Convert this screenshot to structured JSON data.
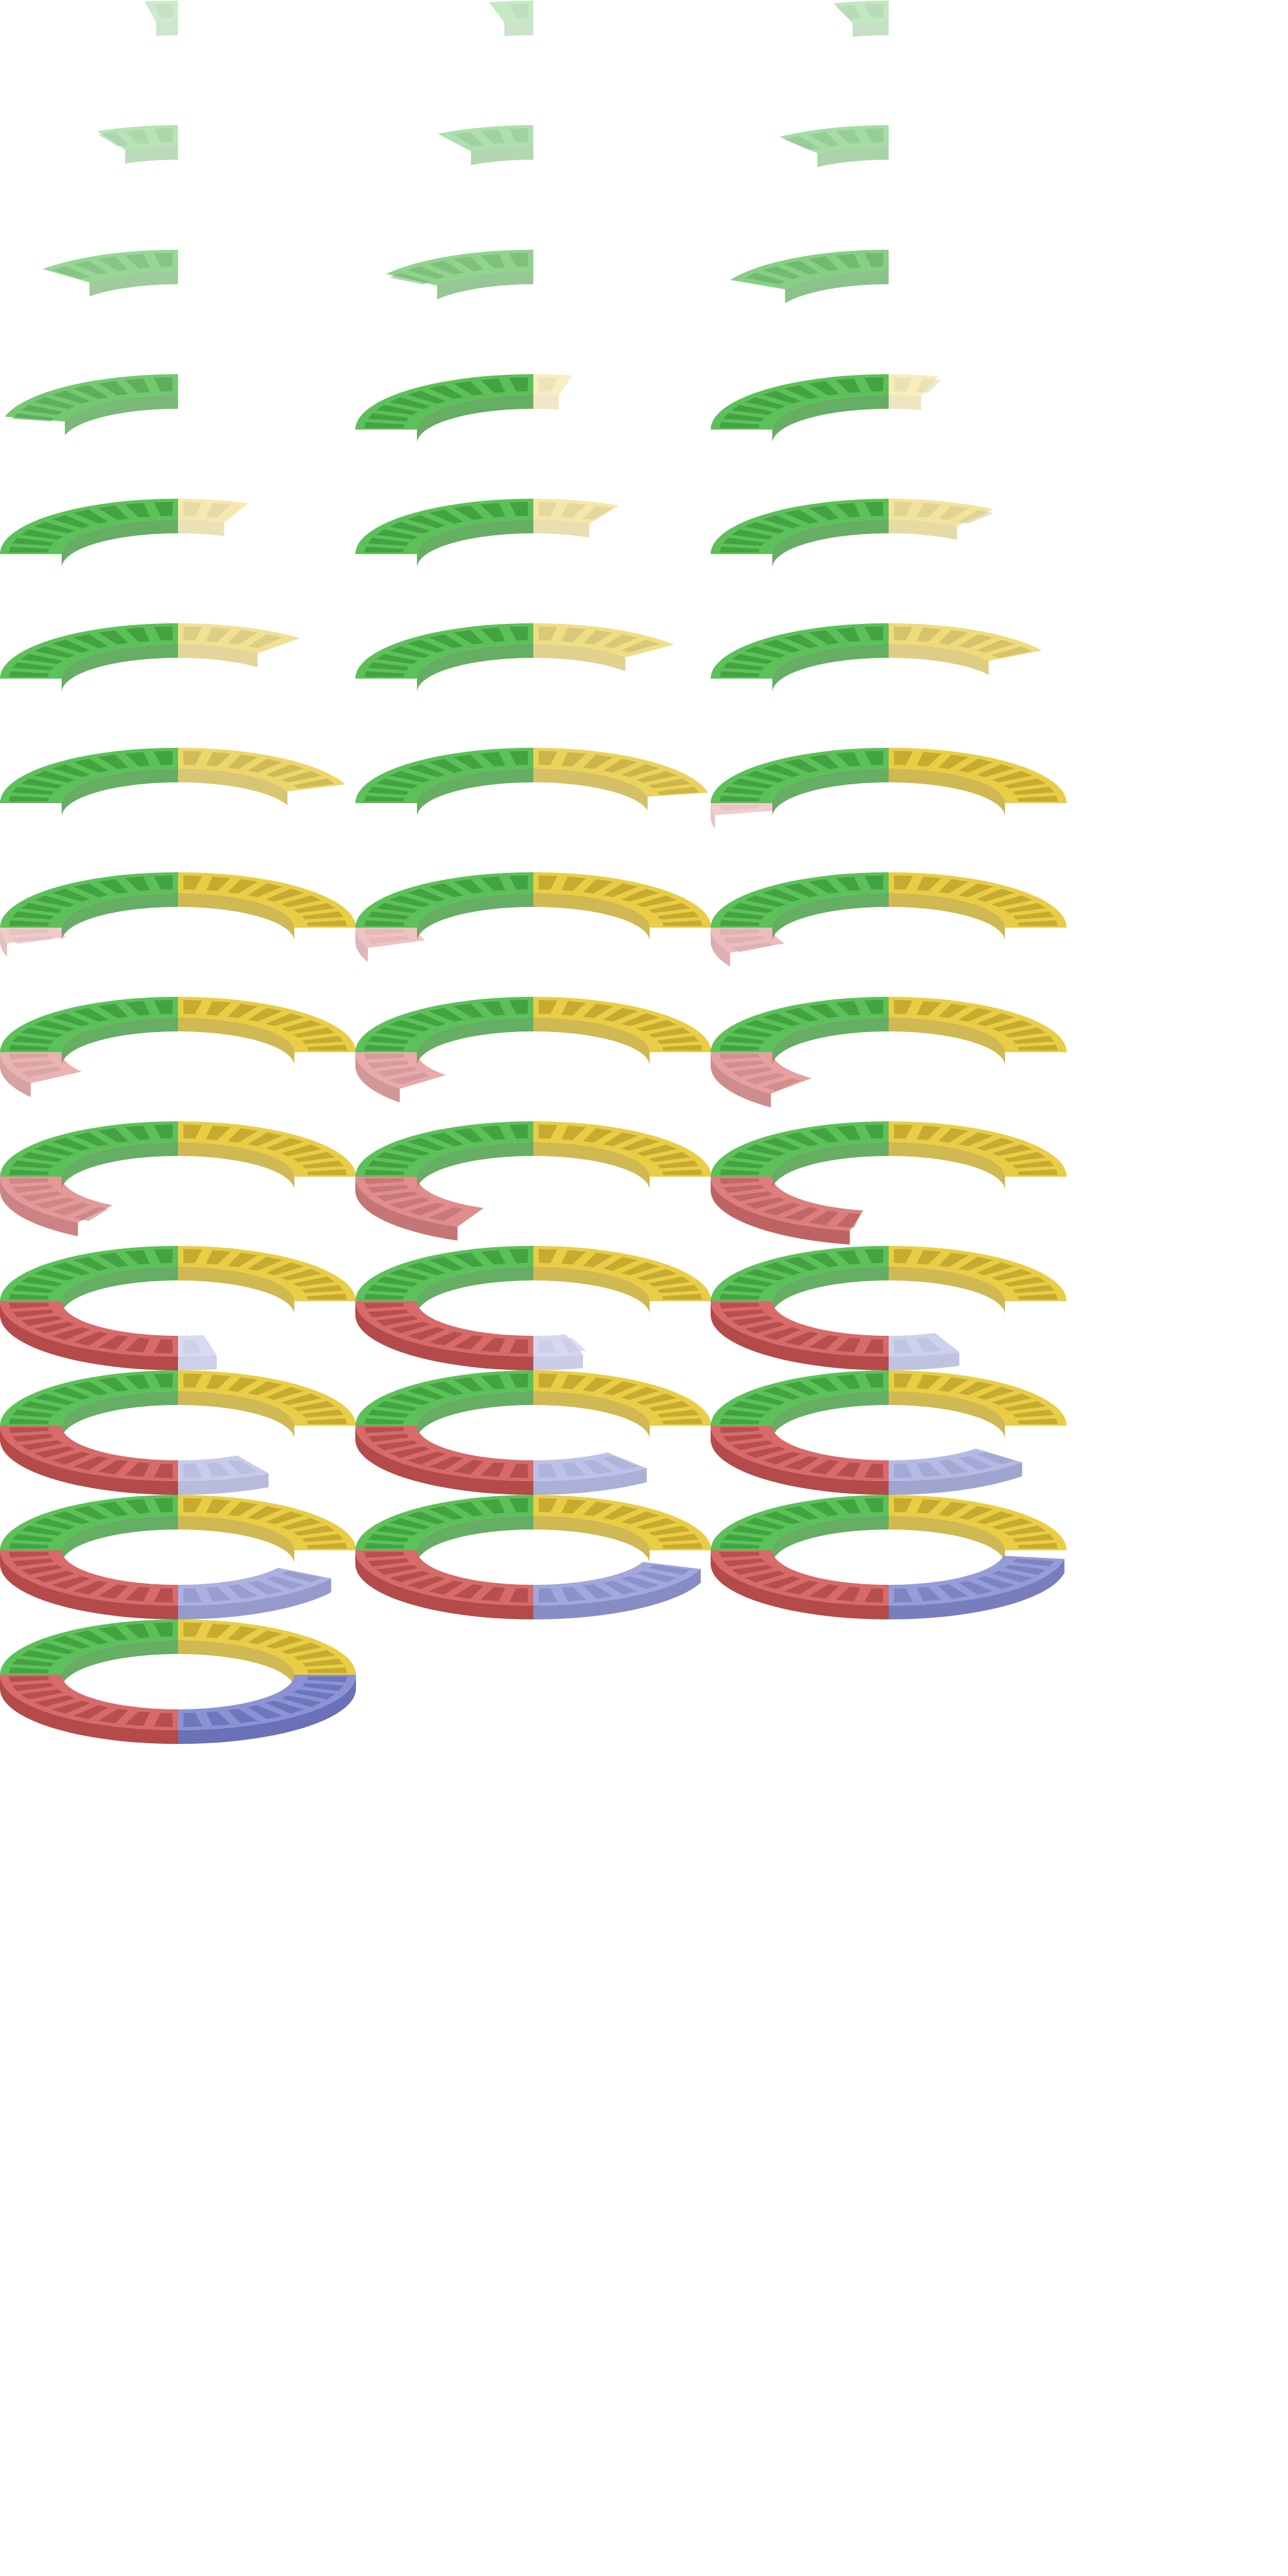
{
  "sprite_sheet": {
    "description_free": true,
    "frame_count": 40,
    "columns": 3,
    "quadrant_order": [
      "green",
      "yellow",
      "red",
      "blue"
    ],
    "colors": {
      "green": {
        "top": "#5cc159",
        "side": "#3e9a3c",
        "key": "#2f8a2d"
      },
      "yellow": {
        "top": "#e9cd45",
        "side": "#c4a628",
        "key": "#a98f1f"
      },
      "red": {
        "top": "#d86a6a",
        "side": "#b44a4a",
        "key": "#9d3838"
      },
      "blue": {
        "top": "#8b92d6",
        "side": "#6a71b6",
        "key": "#5a60a8"
      }
    },
    "frames": [
      {
        "green": 0.12,
        "yellow": 0,
        "red": 0,
        "blue": 0
      },
      {
        "green": 0.16,
        "yellow": 0,
        "red": 0,
        "blue": 0
      },
      {
        "green": 0.2,
        "yellow": 0,
        "red": 0,
        "blue": 0
      },
      {
        "green": 0.3,
        "yellow": 0,
        "red": 0,
        "blue": 0
      },
      {
        "green": 0.36,
        "yellow": 0,
        "red": 0,
        "blue": 0
      },
      {
        "green": 0.42,
        "yellow": 0,
        "red": 0,
        "blue": 0
      },
      {
        "green": 0.55,
        "yellow": 0,
        "red": 0,
        "blue": 0
      },
      {
        "green": 0.62,
        "yellow": 0,
        "red": 0,
        "blue": 0
      },
      {
        "green": 0.7,
        "yellow": 0,
        "red": 0,
        "blue": 0
      },
      {
        "green": 0.85,
        "yellow": 0,
        "red": 0,
        "blue": 0
      },
      {
        "green": 1,
        "yellow": 0.14,
        "red": 0,
        "blue": 0
      },
      {
        "green": 1,
        "yellow": 0.18,
        "red": 0,
        "blue": 0
      },
      {
        "green": 1,
        "yellow": 0.26,
        "red": 0,
        "blue": 0
      },
      {
        "green": 1,
        "yellow": 0.32,
        "red": 0,
        "blue": 0
      },
      {
        "green": 1,
        "yellow": 0.4,
        "red": 0,
        "blue": 0
      },
      {
        "green": 1,
        "yellow": 0.48,
        "red": 0,
        "blue": 0
      },
      {
        "green": 1,
        "yellow": 0.58,
        "red": 0,
        "blue": 0
      },
      {
        "green": 1,
        "yellow": 0.66,
        "red": 0,
        "blue": 0
      },
      {
        "green": 1,
        "yellow": 0.78,
        "red": 0,
        "blue": 0
      },
      {
        "green": 1,
        "yellow": 0.88,
        "red": 0,
        "blue": 0
      },
      {
        "green": 1,
        "yellow": 1,
        "red": 0.14,
        "blue": 0
      },
      {
        "green": 1,
        "yellow": 1,
        "red": 0.18,
        "blue": 0
      },
      {
        "green": 1,
        "yellow": 1,
        "red": 0.24,
        "blue": 0
      },
      {
        "green": 1,
        "yellow": 1,
        "red": 0.3,
        "blue": 0
      },
      {
        "green": 1,
        "yellow": 1,
        "red": 0.38,
        "blue": 0
      },
      {
        "green": 1,
        "yellow": 1,
        "red": 0.46,
        "blue": 0
      },
      {
        "green": 1,
        "yellow": 1,
        "red": 0.54,
        "blue": 0
      },
      {
        "green": 1,
        "yellow": 1,
        "red": 0.62,
        "blue": 0
      },
      {
        "green": 1,
        "yellow": 1,
        "red": 0.72,
        "blue": 0
      },
      {
        "green": 1,
        "yellow": 1,
        "red": 0.86,
        "blue": 0
      },
      {
        "green": 1,
        "yellow": 1,
        "red": 1,
        "blue": 0.14
      },
      {
        "green": 1,
        "yellow": 1,
        "red": 1,
        "blue": 0.18
      },
      {
        "green": 1,
        "yellow": 1,
        "red": 1,
        "blue": 0.26
      },
      {
        "green": 1,
        "yellow": 1,
        "red": 1,
        "blue": 0.34
      },
      {
        "green": 1,
        "yellow": 1,
        "red": 1,
        "blue": 0.44
      },
      {
        "green": 1,
        "yellow": 1,
        "red": 1,
        "blue": 0.54
      },
      {
        "green": 1,
        "yellow": 1,
        "red": 1,
        "blue": 0.66
      },
      {
        "green": 1,
        "yellow": 1,
        "red": 1,
        "blue": 0.78
      },
      {
        "green": 1,
        "yellow": 1,
        "red": 1,
        "blue": 0.9
      },
      {
        "green": 1,
        "yellow": 1,
        "red": 1,
        "blue": 1
      }
    ]
  }
}
